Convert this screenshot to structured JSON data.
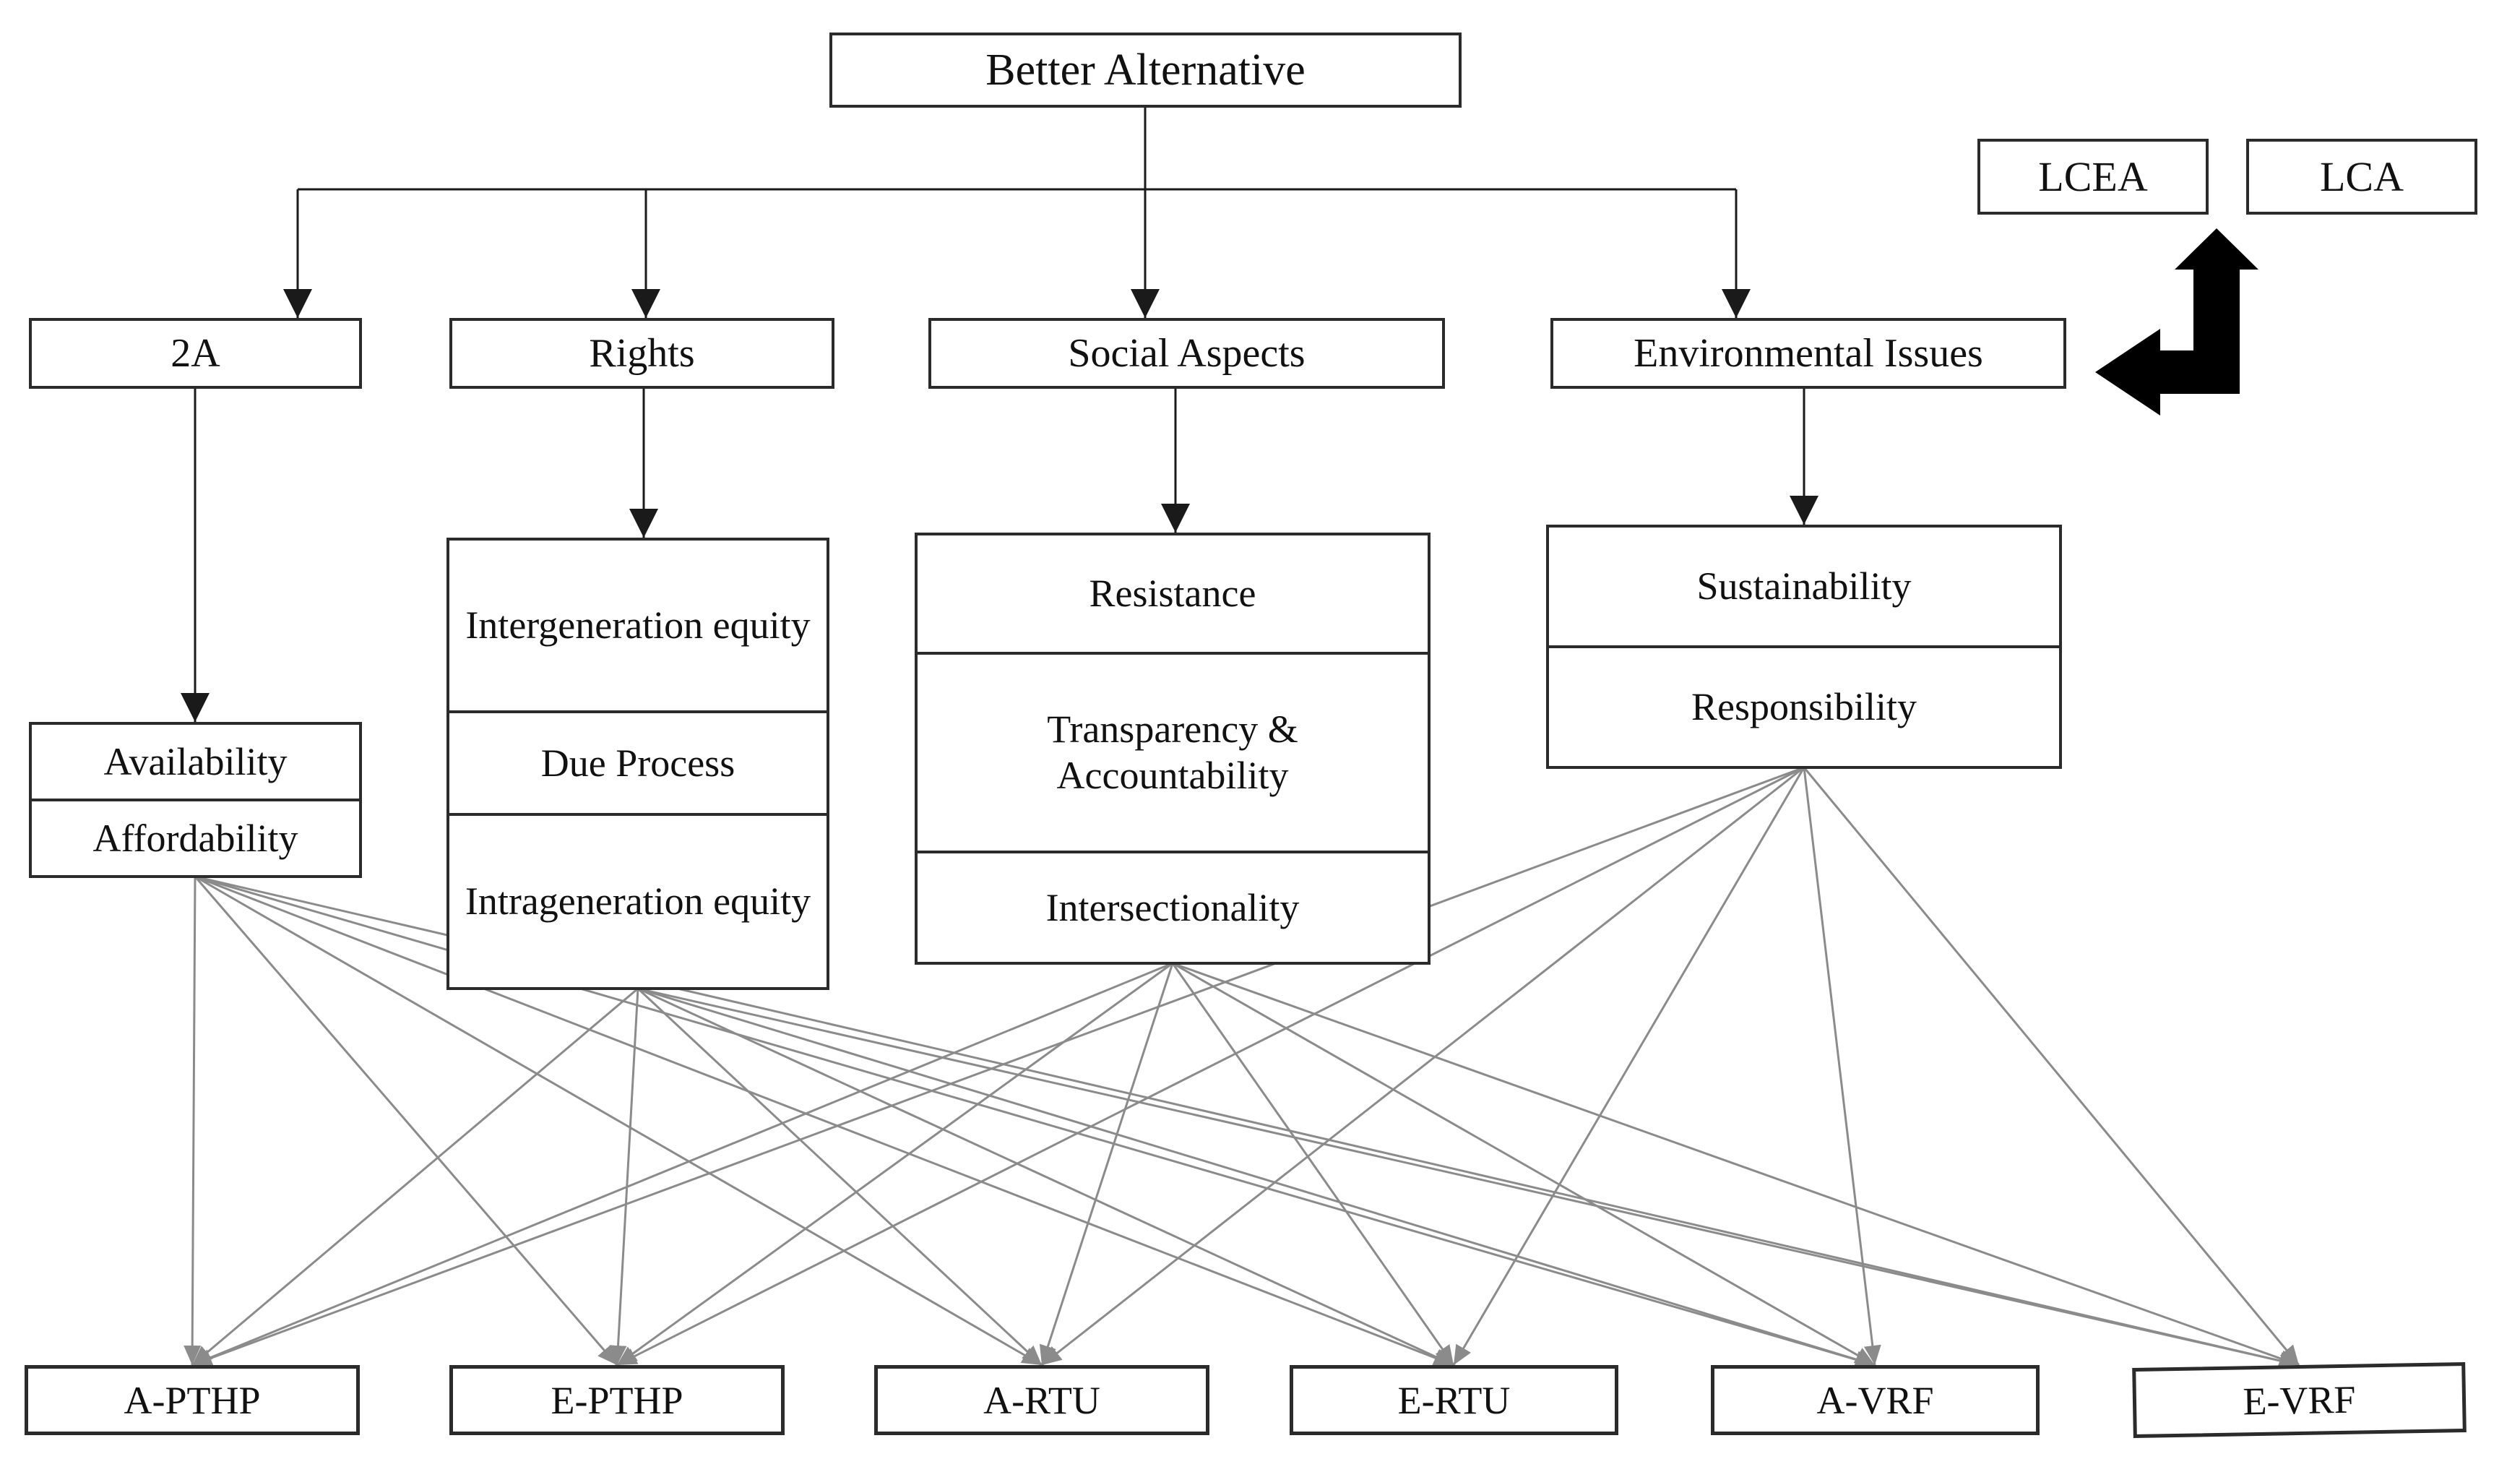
{
  "goal": {
    "label": "Better Alternative"
  },
  "methods": [
    {
      "label": "LCEA"
    },
    {
      "label": "LCA"
    }
  ],
  "criteria": [
    {
      "id": "2a",
      "label": "2A",
      "sub": [
        "Availability",
        "Affordability"
      ]
    },
    {
      "id": "rights",
      "label": "Rights",
      "sub": [
        "Intergeneration equity",
        "Due Process",
        "Intrageneration equity"
      ]
    },
    {
      "id": "social",
      "label": "Social Aspects",
      "sub": [
        "Resistance",
        "Transparency & Accountability",
        "Intersectionality"
      ]
    },
    {
      "id": "env",
      "label": "Environmental Issues",
      "sub": [
        "Sustainability",
        "Responsibility"
      ]
    }
  ],
  "alternatives": [
    {
      "label": "A-PTHP"
    },
    {
      "label": "E-PTHP"
    },
    {
      "label": "A-RTU"
    },
    {
      "label": "E-RTU"
    },
    {
      "label": "A-VRF"
    },
    {
      "label": "E-VRF"
    }
  ],
  "colors": {
    "box_border": "#2b2b2b",
    "tree_connector": "#1a1a1a",
    "criteria_links": "#8b8b8b",
    "text": "#111111",
    "background": "#ffffff"
  }
}
